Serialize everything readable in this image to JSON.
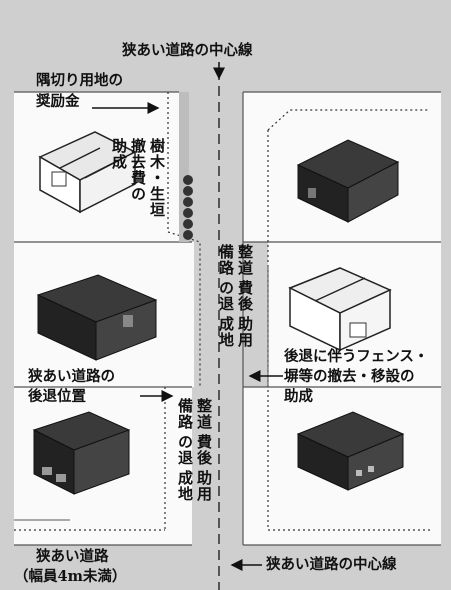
{
  "labels": {
    "center_line_top": "狭あい道路の中心線",
    "corner_cut_line1": "隅切り用地の",
    "corner_cut_line2": "奨励金",
    "tree_removal_col1": "樹木・生垣",
    "tree_removal_col2": "撤去費の",
    "tree_removal_col3": "助成",
    "road_dev_upper_col1": "整道",
    "road_dev_upper_col2": "備路",
    "road_dev_upper_col3": "費後",
    "road_dev_upper_col4": "の退",
    "road_dev_upper_col5": "助用",
    "road_dev_upper_col6": "成地",
    "setback_position_line1": "狭あい道路の",
    "setback_position_line2": "後退位置",
    "fence_line1": "後退に伴うフェンス・",
    "fence_line2": "塀等の撤去・移設の",
    "fence_line3": "助成",
    "road_dev_lower_col1": "整道",
    "road_dev_lower_col2": "備路",
    "road_dev_lower_col3": "費後",
    "road_dev_lower_col4": "の退",
    "road_dev_lower_col5": "助用",
    "road_dev_lower_col6": "成地",
    "narrow_road_line1": "狭あい道路",
    "narrow_road_line2": "（幅員4m未満）",
    "center_line_bottom": "狭あい道路の中心線"
  },
  "colors": {
    "background": "#d4d4d4",
    "lot": "#fafafa",
    "road": "#c4c4c4",
    "house_dark": "#2b2b2b"
  },
  "icons": [
    "house-icon",
    "arrow-icon",
    "hedge-icon"
  ]
}
